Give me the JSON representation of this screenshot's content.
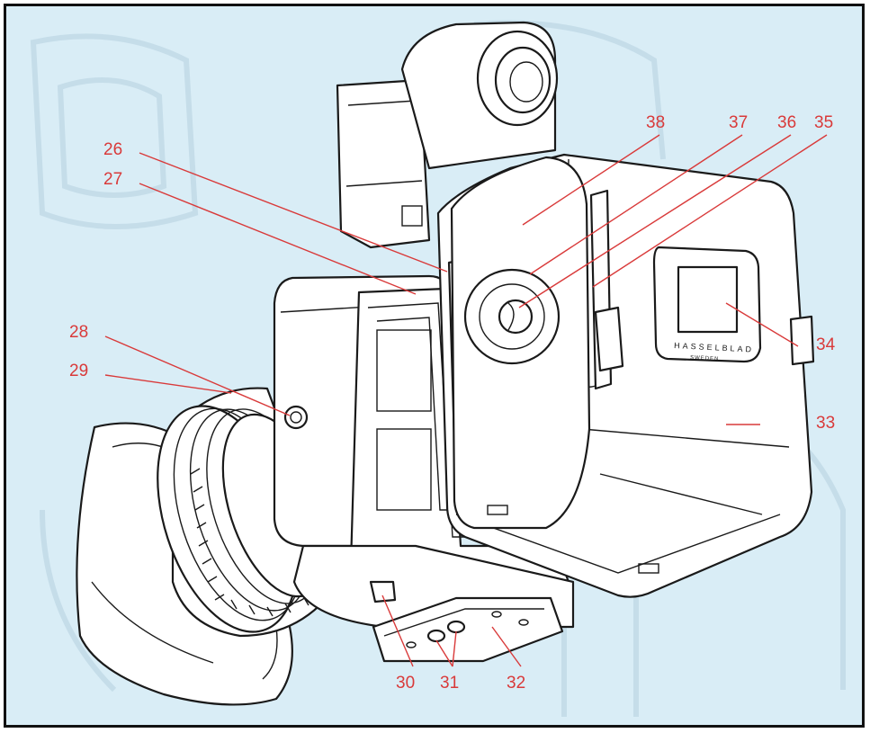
{
  "colors": {
    "background": "#d9edf6",
    "label": "#d93a3a",
    "ink": "#1a1a1a",
    "frame": "#111111"
  },
  "labels": {
    "l26": "26",
    "l27": "27",
    "l28": "28",
    "l29": "29",
    "l30": "30",
    "l31": "31",
    "l32": "32",
    "l33": "33",
    "l34": "34",
    "l35": "35",
    "l36": "36",
    "l37": "37",
    "l38": "38"
  },
  "branding": {
    "brand": "HASSELBLAD",
    "origin": "SWEDEN"
  }
}
